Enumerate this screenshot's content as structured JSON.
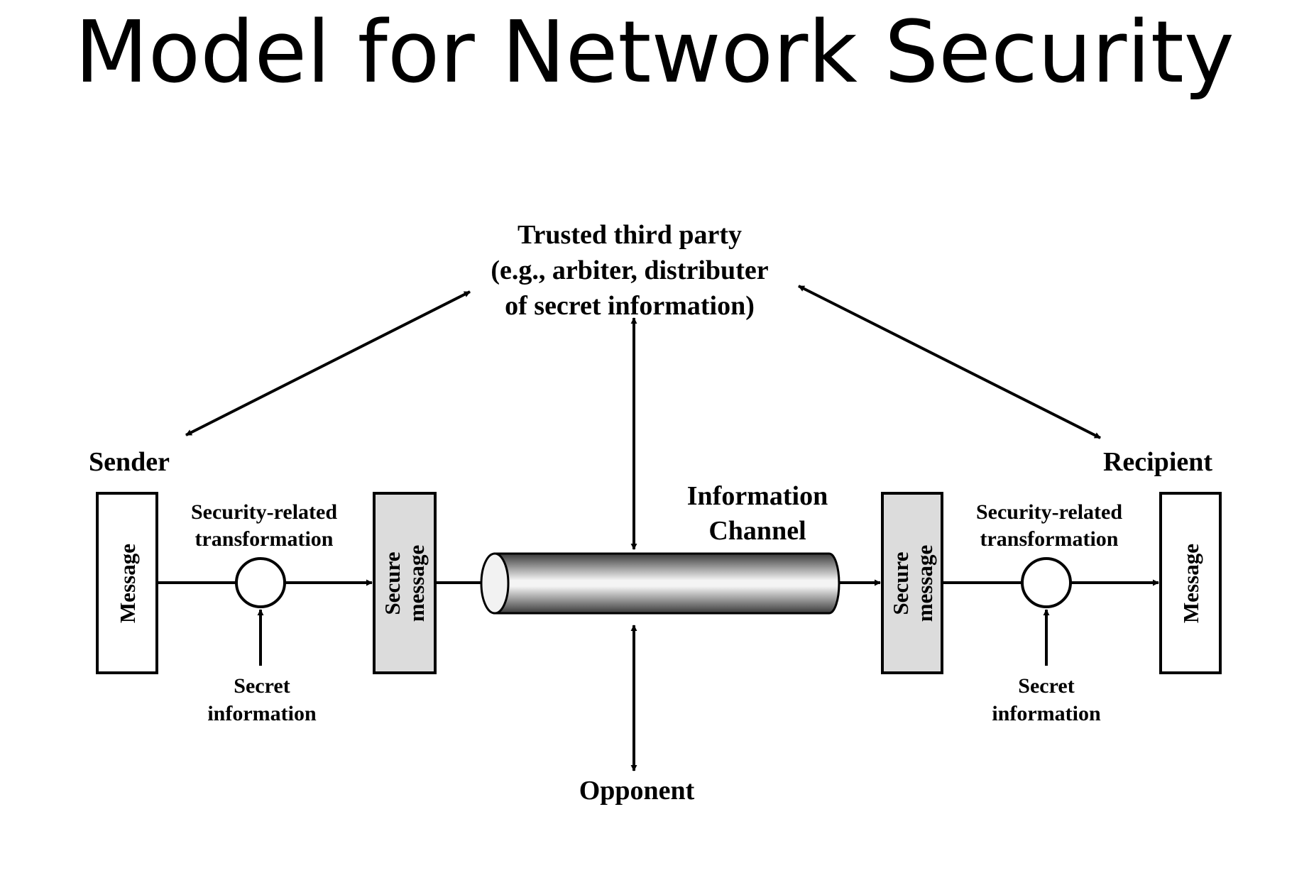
{
  "title": "Model for Network Security",
  "diagram": {
    "trusted_party": {
      "line1": "Trusted third party",
      "line2": "(e.g., arbiter, distributer",
      "line3": "of secret information)"
    },
    "sender": {
      "label": "Sender",
      "message": "Message",
      "transform_line1": "Security-related",
      "transform_line2": "transformation",
      "secret_line1": "Secret",
      "secret_line2": "information",
      "secure_line1": "Secure",
      "secure_line2": "message"
    },
    "channel": {
      "line1": "Information",
      "line2": "Channel"
    },
    "recipient": {
      "label": "Recipient",
      "message": "Message",
      "transform_line1": "Security-related",
      "transform_line2": "transformation",
      "secret_line1": "Secret",
      "secret_line2": "information",
      "secure_line1": "Secure",
      "secure_line2": "message"
    },
    "opponent": "Opponent"
  },
  "colors": {
    "secure_box_fill": "#dcdcdc",
    "stroke": "#000000",
    "background": "#ffffff"
  }
}
